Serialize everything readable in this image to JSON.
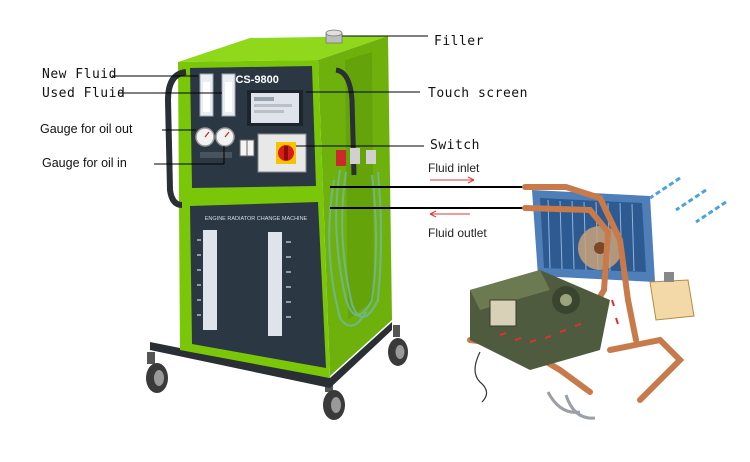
{
  "machine": {
    "model": "WCS-9800",
    "panel_title": "ENGINE RADIATOR CHANGE MACHINE",
    "colors": {
      "body_green": "#7ac70a",
      "panel_dark": "#2c3744",
      "screen": "#dfe4ec",
      "switch_red": "#d81b1b",
      "switch_yellow": "#f5c400"
    }
  },
  "labels": {
    "filler": "Filler",
    "new_fluid": "New Fluid",
    "used_fluid": "Used Fluid",
    "touch_screen": "Touch screen",
    "gauge_oil_out": "Gauge for oil out",
    "switch": "Switch",
    "gauge_oil_in": "Gauge for oil in",
    "fluid_inlet": "Fluid inlet",
    "fluid_outlet": "Fluid outlet"
  },
  "colors": {
    "arrow_red": "#d83a3a",
    "pipe_copper": "#c97a4a",
    "radiator_blue": "#4f7fb8",
    "airflow_blue": "#4aa3e0",
    "engine_green": "#4f5b3e"
  }
}
